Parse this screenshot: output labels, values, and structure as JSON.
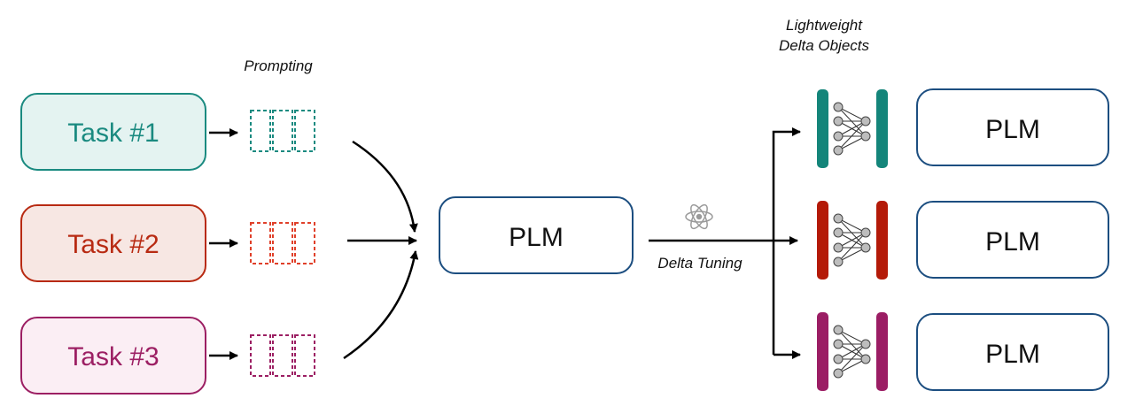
{
  "labels": {
    "prompting": "Prompting",
    "lightweight_line1": "Lightweight",
    "lightweight_line2": "Delta Objects",
    "delta_tuning": "Delta Tuning"
  },
  "tasks": [
    {
      "label": "Task #1",
      "color": "#1a8a80",
      "fill": "#e4f3f1"
    },
    {
      "label": "Task #2",
      "color": "#b82a12",
      "fill": "#f7e7e3"
    },
    {
      "label": "Task #3",
      "color": "#9c1f63",
      "fill": "#fbeef4"
    }
  ],
  "center_model": {
    "label": "PLM",
    "color": "#1c4e80"
  },
  "outputs": [
    {
      "model_label": "PLM",
      "delta_color": "#14857a"
    },
    {
      "model_label": "PLM",
      "delta_color": "#b41a08"
    },
    {
      "model_label": "PLM",
      "delta_color": "#9b1d64"
    }
  ],
  "icons": {
    "tuning_icon": "atom-icon"
  },
  "colors": {
    "arrow": "#000000",
    "model_border": "#1c4e80",
    "node": "#bdbdbd"
  }
}
